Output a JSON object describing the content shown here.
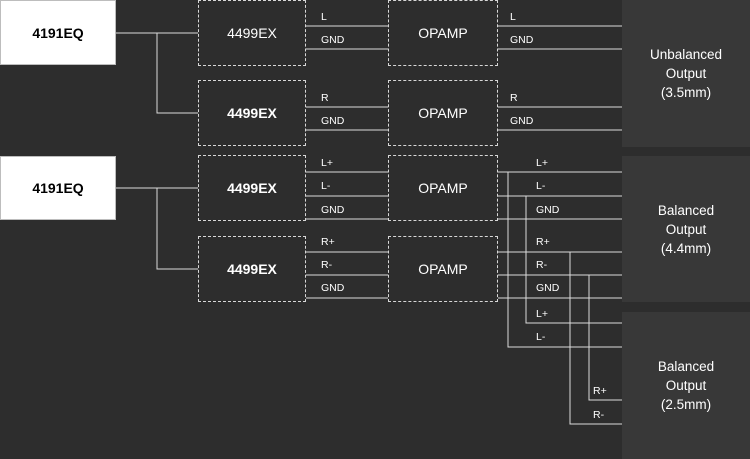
{
  "eq": [
    "4191EQ",
    "4191EQ"
  ],
  "dac": [
    "4499EX",
    "4499EX",
    "4499EX",
    "4499EX"
  ],
  "amp": [
    "OPAMP",
    "OPAMP",
    "OPAMP",
    "OPAMP"
  ],
  "dac_pins": {
    "u_left": [
      "L",
      "GND"
    ],
    "u_right": [
      "R",
      "GND"
    ],
    "b_left": [
      "L+",
      "L-",
      "GND"
    ],
    "b_right": [
      "R+",
      "R-",
      "GND"
    ]
  },
  "amp_pins": {
    "u_left": [
      "L",
      "GND"
    ],
    "u_right": [
      "R",
      "GND"
    ],
    "b_44": [
      "L+",
      "L-",
      "GND",
      "R+",
      "R-",
      "GND",
      "L+",
      "L-"
    ],
    "b_25": [
      "R+",
      "R-"
    ]
  },
  "outputs": [
    {
      "line1": "Unbalanced",
      "line2": "Output",
      "line3": "(3.5mm)"
    },
    {
      "line1": "Balanced",
      "line2": "Output",
      "line3": "(4.4mm)"
    },
    {
      "line1": "Balanced",
      "line2": "Output",
      "line3": "(2.5mm)"
    }
  ],
  "colors": {
    "background": "#2d2d2d",
    "wire": "#dcdcdc",
    "output_box": "#383838",
    "eq_box": "#ffffff"
  }
}
